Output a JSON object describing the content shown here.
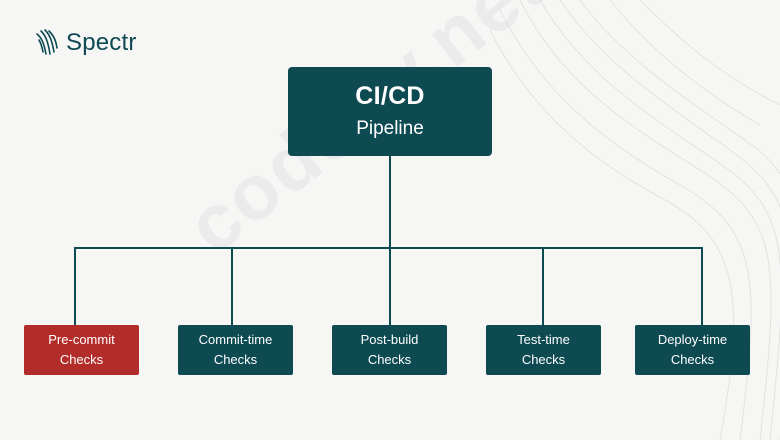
{
  "brand": {
    "name": "Spectr",
    "icon": "spectr-logo-icon"
  },
  "root": {
    "title": "CI/CD",
    "subtitle": "Pipeline"
  },
  "children": [
    {
      "line1": "Pre-commit",
      "line2": "Checks",
      "highlighted": true
    },
    {
      "line1": "Commit-time",
      "line2": "Checks",
      "highlighted": false
    },
    {
      "line1": "Post-build",
      "line2": "Checks",
      "highlighted": false
    },
    {
      "line1": "Test-time",
      "line2": "Checks",
      "highlighted": false
    },
    {
      "line1": "Deploy-time",
      "line2": "Checks",
      "highlighted": false
    }
  ],
  "watermark": "codeby.net",
  "colors": {
    "primary": "#0d4a52",
    "highlight": "#b22c2a",
    "background": "#f6f6f5"
  }
}
